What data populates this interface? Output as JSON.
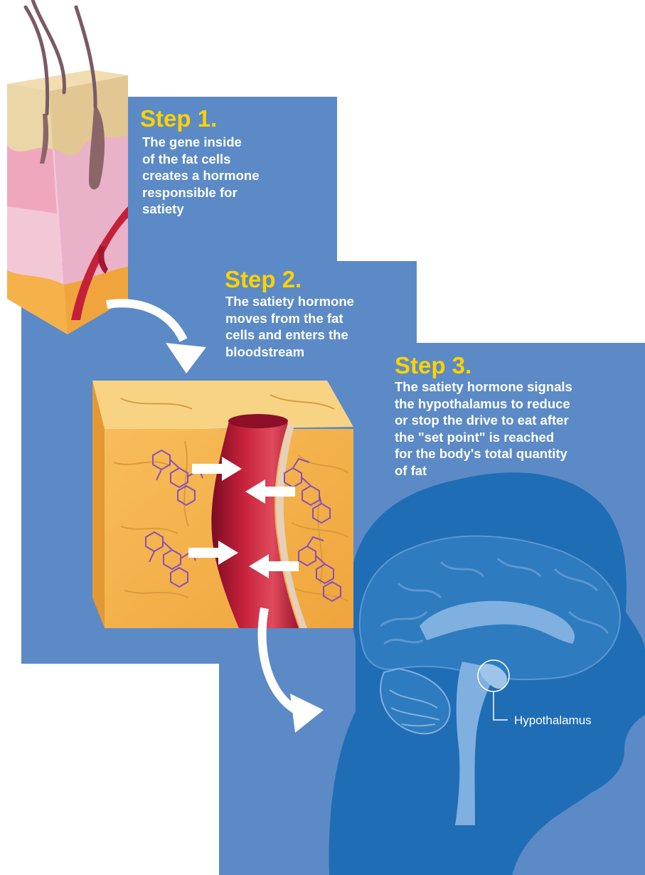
{
  "colors": {
    "panel_blue": "#5b8ac6",
    "head_blue": "#1f6db5",
    "title_yellow": "#ffd200",
    "text_white": "#ffffff",
    "fat_yellow": "#f5b24a",
    "vessel_red": "#c4203a",
    "skin_pink": "#f2a9bd"
  },
  "steps": [
    {
      "title": "Step 1.",
      "lines": [
        "The gene inside",
        "of the fat cells",
        "creates a hormone",
        "responsible for",
        "satiety"
      ]
    },
    {
      "title": "Step 2.",
      "lines": [
        "The satiety hormone",
        "moves from the fat",
        "cells and enters the",
        "bloodstream"
      ]
    },
    {
      "title": "Step 3.",
      "lines": [
        "The satiety hormone signals",
        "the hypothalamus to reduce",
        "or stop the drive to eat after",
        "the \"set point\" is reached",
        "for the body's total quantity",
        "of fat"
      ]
    }
  ],
  "hypothalamus_label": "Hypothalamus"
}
